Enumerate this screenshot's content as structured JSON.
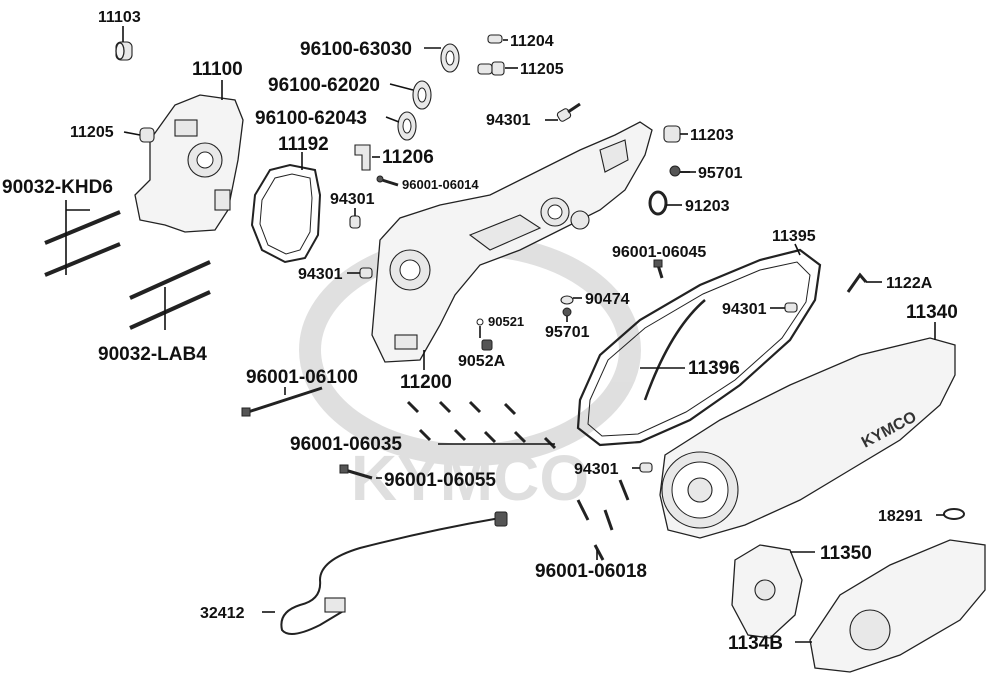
{
  "diagram": {
    "watermark": "KYMCO",
    "cover_logo": "KYMCO",
    "part_labels": {
      "p11103": "11103",
      "p11100": "11100",
      "p11205a": "11205",
      "p90032khd6": "90032-KHD6",
      "p90032lab4": "90032-LAB4",
      "p11192": "11192",
      "p96100_63030": "96100-63030",
      "p96100_62020": "96100-62020",
      "p96100_62043": "96100-62043",
      "p11204": "11204",
      "p11205b": "11205",
      "p94301a": "94301",
      "p11206": "11206",
      "p96001_06014": "96001-06014",
      "p94301b": "94301",
      "p94301c": "94301",
      "p11203": "11203",
      "p95701a": "95701",
      "p91203": "91203",
      "p96001_06045": "96001-06045",
      "p11395": "11395",
      "p1122a": "1122A",
      "p90474": "90474",
      "p95701b": "95701",
      "p90521": "90521",
      "p9052a": "9052A",
      "p94301d": "94301",
      "p11340": "11340",
      "p11200": "11200",
      "p96001_06100": "96001-06100",
      "p11396": "11396",
      "p96001_06035": "96001-06035",
      "p94301e": "94301",
      "p96001_06055": "96001-06055",
      "p18291": "18291",
      "p11350": "11350",
      "p96001_06018": "96001-06018",
      "p32412": "32412",
      "p1134b": "1134B"
    }
  }
}
